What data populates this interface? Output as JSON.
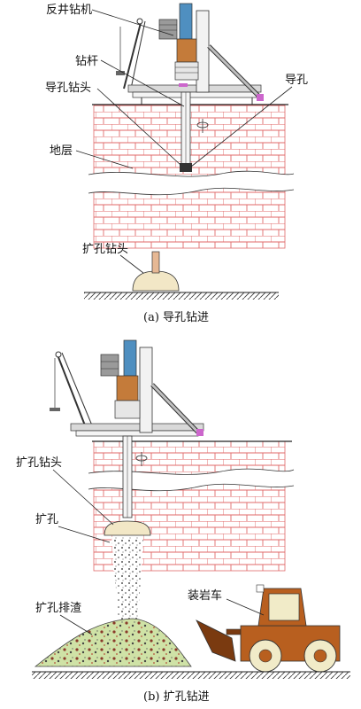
{
  "labels": {
    "raise_borer": "反井钻机",
    "drill_rod": "钻杆",
    "pilot_bit": "导孔钻头",
    "pilot_hole": "导孔",
    "stratum": "地层",
    "reaming_bit_a": "扩孔钻头",
    "reaming_bit_b": "扩孔钻头",
    "reaming_hole": "扩孔",
    "muck": "扩孔排渣",
    "loader": "装岩车"
  },
  "captions": {
    "a": "(a)  导孔钻进",
    "b": "(b)  扩孔钻进"
  },
  "colors": {
    "brick": "#e06a6a",
    "ground_line": "#222222",
    "bit": "#f2e7c6",
    "muck_pile": "#cfe2a6",
    "loader_body": "#b85f1f",
    "loader_dark": "#7a3a10",
    "loader_tire": "#f1ebc8",
    "rig_blue": "#4f8fc0",
    "rig_brown": "#c47b3a"
  }
}
